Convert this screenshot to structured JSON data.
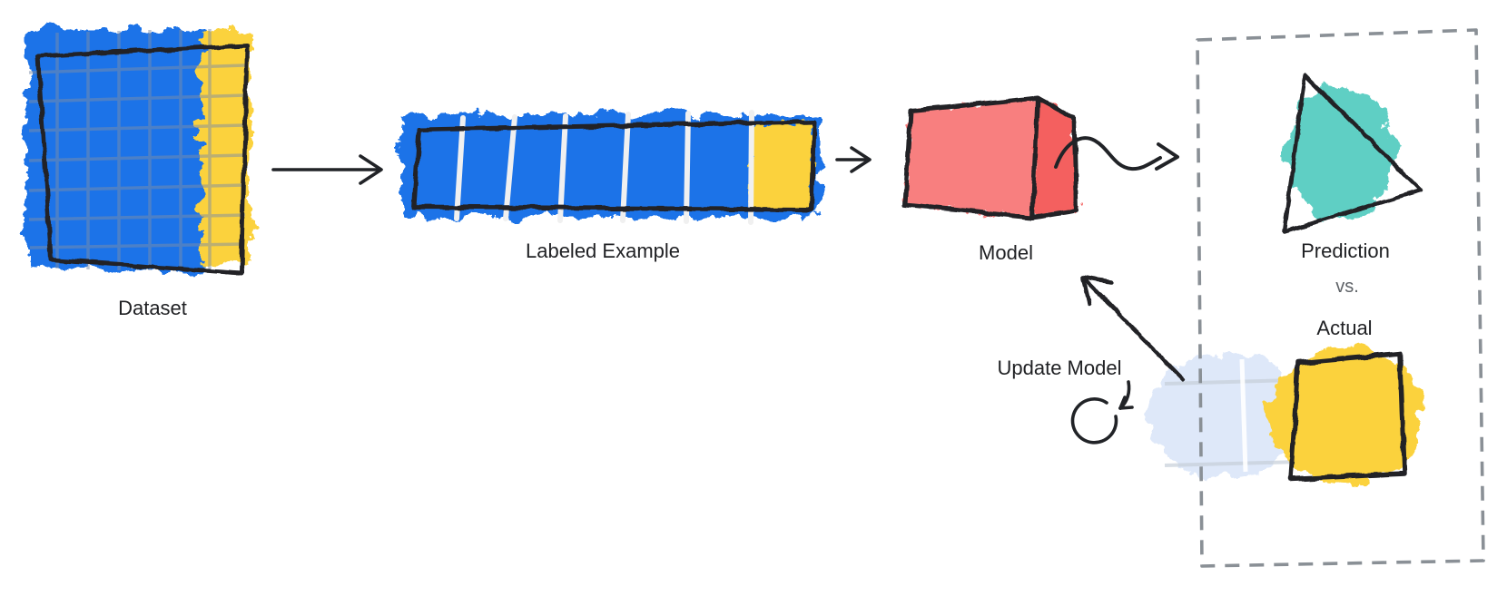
{
  "diagram": {
    "description": "Hand-drawn machine learning training-loop diagram",
    "labels": {
      "dataset": "Dataset",
      "labeled_example": "Labeled Example",
      "model": "Model",
      "prediction": "Prediction",
      "vs": "vs.",
      "actual": "Actual",
      "update_model": "Update Model"
    },
    "colors": {
      "blue": "#1A73E8",
      "yellow": "#FBD23E",
      "red_front": "#F87F7F",
      "red_side": "#F4605E",
      "teal": "#5FCFC4",
      "ink": "#212327",
      "dashed_border": "#8A9096",
      "text": "#202124",
      "muted_text": "#5F6368",
      "grid_line": "#7D8DA8",
      "divider_white": "#F0F0F0",
      "ghost_blue": "#D9E5F8",
      "background": "#FFFFFF"
    },
    "flow": [
      "Dataset",
      "Labeled Example",
      "Model",
      "Prediction vs. Actual",
      "Update Model"
    ]
  }
}
